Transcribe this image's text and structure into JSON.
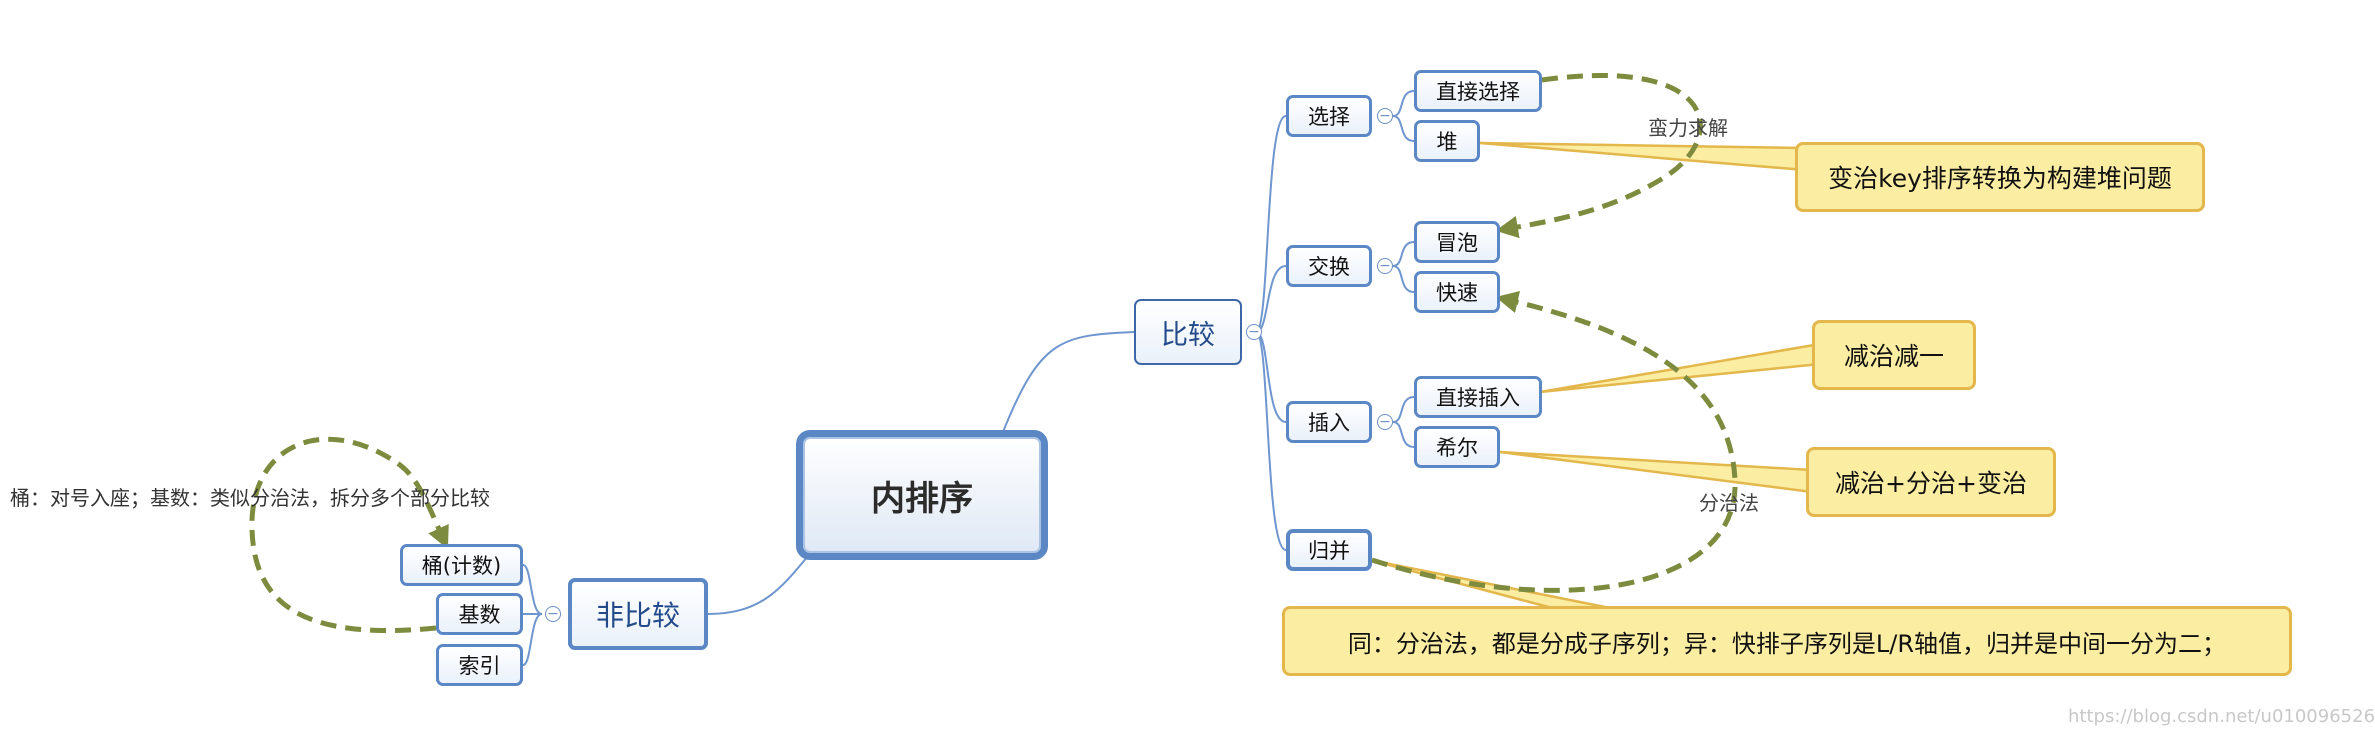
{
  "root": {
    "label": "内排序"
  },
  "branches": {
    "compare": {
      "label": "比较",
      "groups": {
        "select": {
          "label": "选择",
          "children": {
            "direct": "直接选择",
            "heap": "堆"
          }
        },
        "exchange": {
          "label": "交换",
          "children": {
            "bubble": "冒泡",
            "quick": "快速"
          }
        },
        "insert": {
          "label": "插入",
          "children": {
            "direct": "直接插入",
            "shell": "希尔"
          }
        },
        "merge": {
          "label": "归并"
        }
      }
    },
    "non_compare": {
      "label": "非比较",
      "children": {
        "bucket": "桶(计数)",
        "radix": "基数",
        "index": "索引"
      }
    }
  },
  "callouts": {
    "heap": "变治key排序转换为构建堆问题",
    "direct_insert": "减治减一",
    "shell": "减治+分治+变治",
    "merge": "同：分治法，都是分成子序列；异：快排子序列是L/R轴值，归并是中间一分为二；"
  },
  "relation_labels": {
    "brute_force": "蛮力求解",
    "divide_conquer": "分治法",
    "bucket_radix": "桶：对号入座；基数：类似分治法，拆分多个部分比较"
  },
  "collapse_symbol": "−",
  "watermark": "https://blog.csdn.net/u010096526",
  "colors": {
    "node_border": "#5b87c5",
    "connector": "#6f96cf",
    "callout_fill": "#fbeda2",
    "callout_border": "#e3b74b",
    "relation_arrow": "#7d8b3e"
  }
}
